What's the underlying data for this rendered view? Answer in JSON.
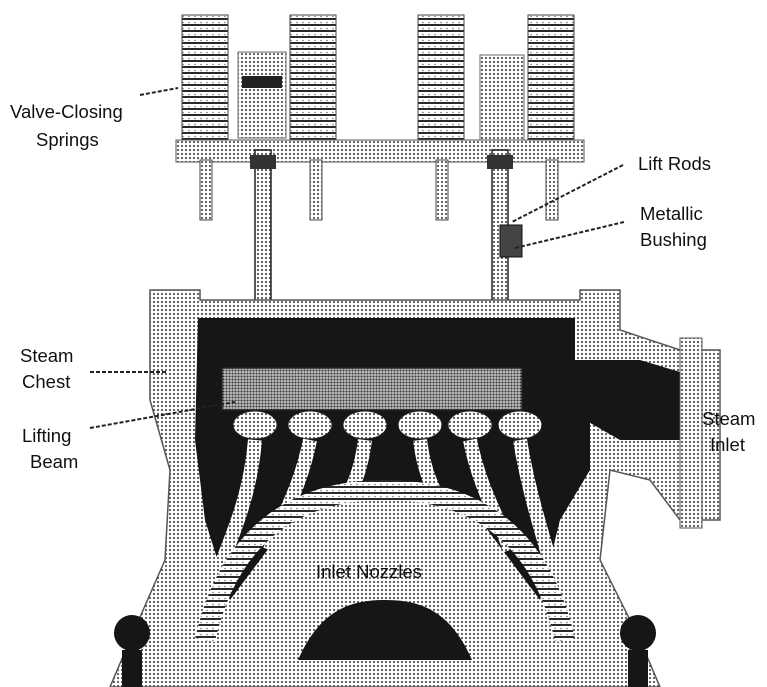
{
  "figure": {
    "labels": {
      "valve_closing_springs": [
        "Valve-Closing",
        "Springs"
      ],
      "lift_rods": "Lift Rods",
      "metallic_bushing": [
        "Metallic",
        "Bushing"
      ],
      "steam_chest": [
        "Steam",
        "Chest"
      ],
      "lifting_beam": [
        "Lifting",
        "Beam"
      ],
      "steam_inlet": [
        "Steam",
        "Inlet"
      ],
      "inlet_nozzles": "Inlet Nozzles"
    },
    "colors": {
      "dark": "#161616",
      "mid": "#7a7a7a",
      "light": "#cfcfcf",
      "paper": "#ffffff"
    }
  }
}
